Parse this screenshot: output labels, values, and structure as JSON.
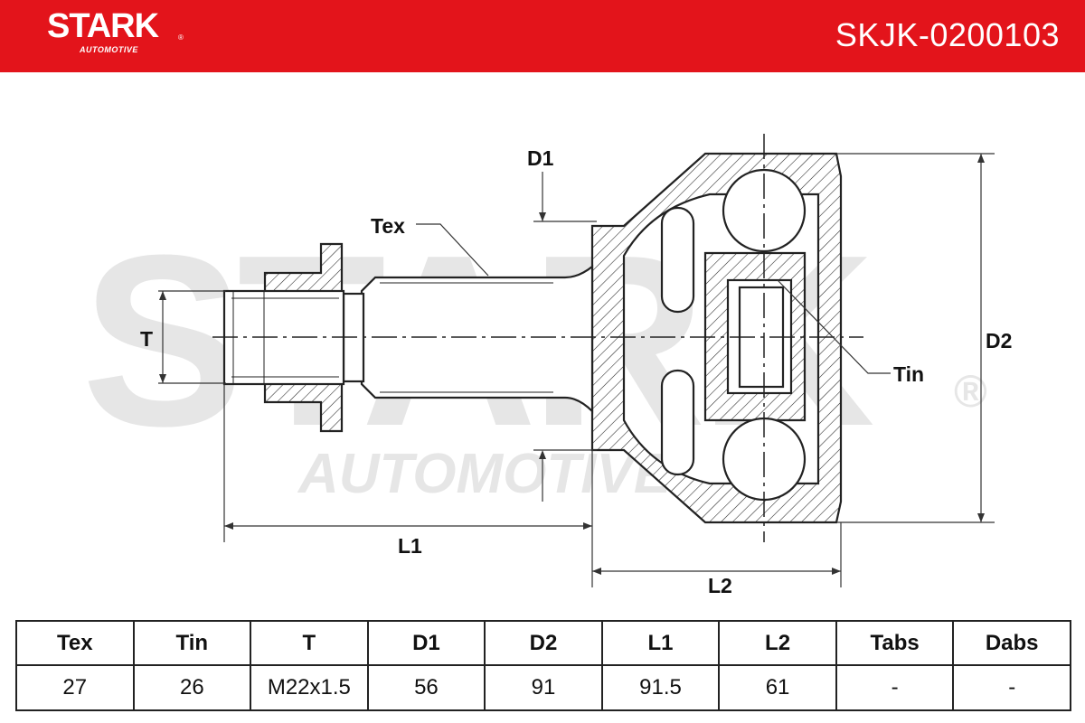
{
  "header": {
    "logo_text": "STARK",
    "logo_sub": "AUTOMOTIVE",
    "logo_reg": "®",
    "part_number": "SKJK-0200103",
    "background_color": "#e3141b"
  },
  "watermark": {
    "brand": "STARK",
    "sub": "AUTOMOTIVE",
    "reg": "®"
  },
  "diagram_labels": {
    "tex": "Tex",
    "tin": "Tin",
    "t": "T",
    "d1": "D1",
    "d2": "D2",
    "l1": "L1",
    "l2": "L2"
  },
  "specs_table": {
    "headers": [
      "Tex",
      "Tin",
      "T",
      "D1",
      "D2",
      "L1",
      "L2",
      "Tabs",
      "Dabs"
    ],
    "values": [
      "27",
      "26",
      "M22x1.5",
      "56",
      "91",
      "91.5",
      "61",
      "-",
      "-"
    ]
  }
}
